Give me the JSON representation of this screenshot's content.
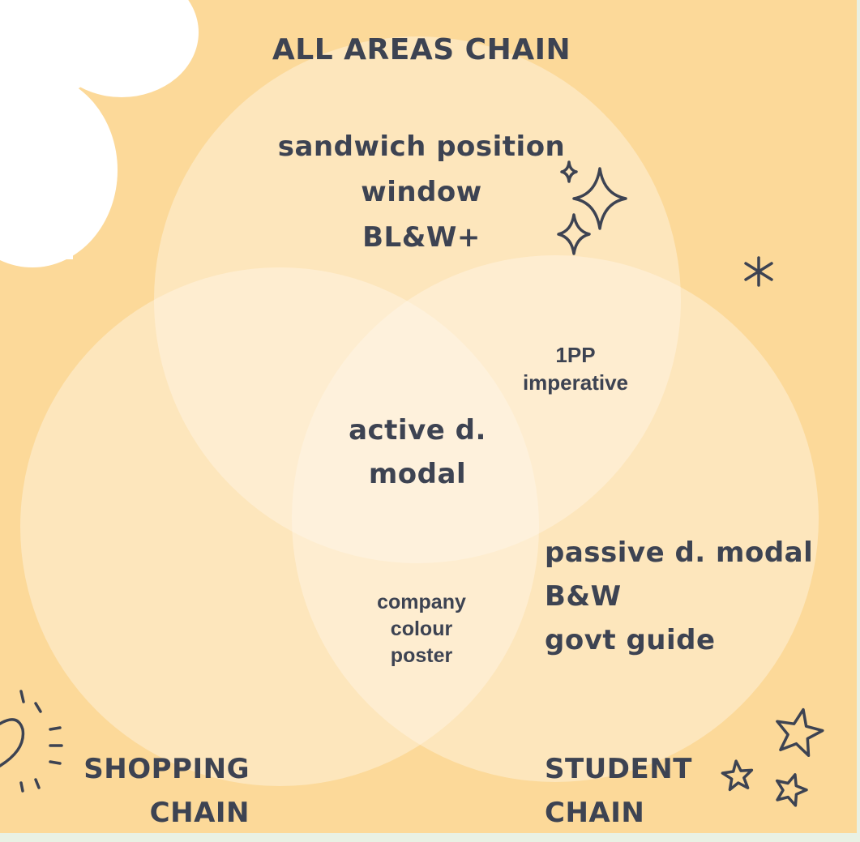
{
  "colors": {
    "background": "#fcd999",
    "circle_fill": "#fff8ec",
    "text": "#3d4352",
    "cloud": "#ffffff",
    "frame_edge": "#e9f1e4"
  },
  "title": "ALL AREAS CHAIN",
  "top_circle": {
    "lines": [
      "sandwich position",
      "window",
      "BL&W+"
    ]
  },
  "top_right_overlap": {
    "lines": [
      "1PP",
      "imperative"
    ]
  },
  "center_overlap": {
    "lines": [
      "active d.",
      "modal"
    ]
  },
  "bottom_overlap": {
    "lines": [
      "company",
      "colour",
      "poster"
    ]
  },
  "right_circle": {
    "lines": [
      "passive d. modal",
      "B&W",
      "govt guide"
    ]
  },
  "left_label": {
    "lines": [
      "SHOPPING",
      "CHAIN"
    ]
  },
  "right_label": {
    "lines": [
      "STUDENT",
      "CHAIN"
    ]
  },
  "decorations": [
    "cloud",
    "four-point-sparkle-icon",
    "asterisk-icon",
    "heart-icon",
    "star-icon"
  ]
}
